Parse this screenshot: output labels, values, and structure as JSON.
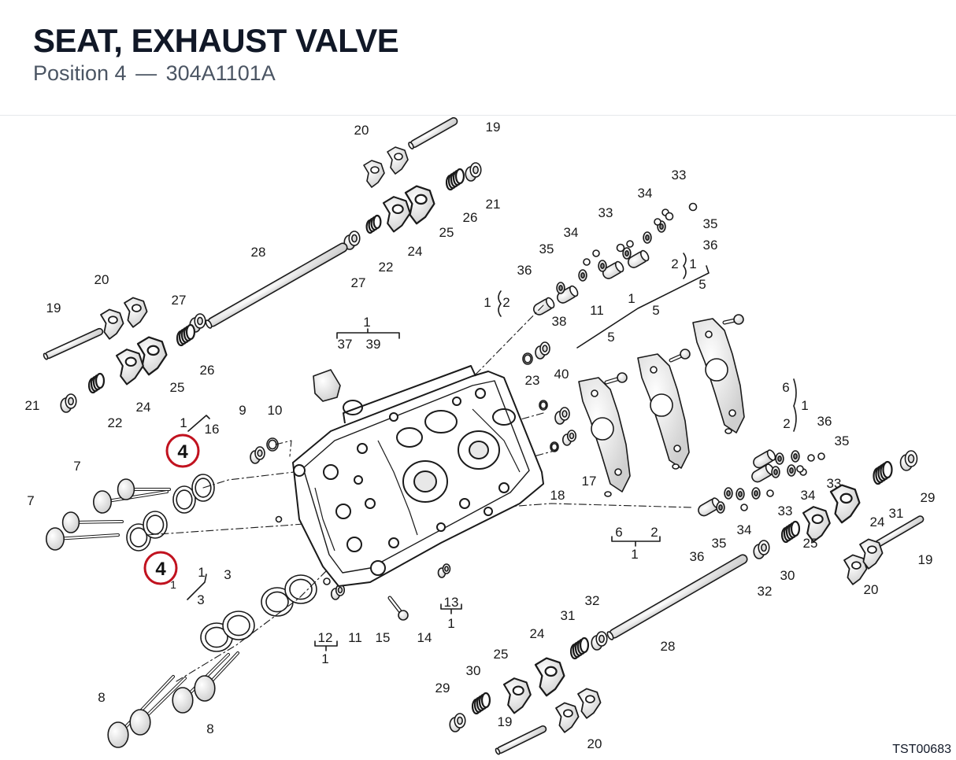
{
  "header": {
    "title": "SEAT, EXHAUST VALVE",
    "position_label": "Position 4",
    "separator": "—",
    "part_number": "304A1101A"
  },
  "drawing_code": "TST00683",
  "colors": {
    "highlight": "#c1121f",
    "ink": "#1a1a1a",
    "title": "#111827",
    "subtitle": "#4b5563"
  },
  "highlighted_position": "4",
  "highlight_qty": "1",
  "callouts": [
    {
      "id": "c19a",
      "t": "19"
    },
    {
      "id": "c20a",
      "t": "20"
    },
    {
      "id": "c21a",
      "t": "21"
    },
    {
      "id": "c26a",
      "t": "26"
    },
    {
      "id": "c25a",
      "t": "25"
    },
    {
      "id": "c24a",
      "t": "24"
    },
    {
      "id": "c22a",
      "t": "22"
    },
    {
      "id": "c27a",
      "t": "27"
    },
    {
      "id": "c28a",
      "t": "28"
    },
    {
      "id": "c20b",
      "t": "20"
    },
    {
      "id": "c19b",
      "t": "19"
    },
    {
      "id": "c27b",
      "t": "27"
    },
    {
      "id": "c26b",
      "t": "26"
    },
    {
      "id": "c25b",
      "t": "25"
    },
    {
      "id": "c24b",
      "t": "24"
    },
    {
      "id": "c21b",
      "t": "21"
    },
    {
      "id": "c22b",
      "t": "22"
    },
    {
      "id": "c33a",
      "t": "33"
    },
    {
      "id": "c34a",
      "t": "34"
    },
    {
      "id": "c33b",
      "t": "33"
    },
    {
      "id": "c35a",
      "t": "35"
    },
    {
      "id": "c36a",
      "t": "36"
    },
    {
      "id": "c2a",
      "t": "2"
    },
    {
      "id": "c1a",
      "t": "1"
    },
    {
      "id": "c34b",
      "t": "34"
    },
    {
      "id": "c35b",
      "t": "35"
    },
    {
      "id": "c36b",
      "t": "36"
    },
    {
      "id": "c1b",
      "t": "1"
    },
    {
      "id": "c2b",
      "t": "2"
    },
    {
      "id": "c38",
      "t": "38"
    },
    {
      "id": "c11a",
      "t": "11"
    },
    {
      "id": "c1c",
      "t": "1"
    },
    {
      "id": "c5a",
      "t": "5"
    },
    {
      "id": "c5b",
      "t": "5"
    },
    {
      "id": "c5c",
      "t": "5"
    },
    {
      "id": "c1d",
      "t": "1"
    },
    {
      "id": "c37",
      "t": "37"
    },
    {
      "id": "c39",
      "t": "39"
    },
    {
      "id": "c23",
      "t": "23"
    },
    {
      "id": "c40",
      "t": "40"
    },
    {
      "id": "c6a",
      "t": "6"
    },
    {
      "id": "c1e",
      "t": "1"
    },
    {
      "id": "c2c",
      "t": "2"
    },
    {
      "id": "c36c",
      "t": "36"
    },
    {
      "id": "c35c",
      "t": "35"
    },
    {
      "id": "c33c",
      "t": "33"
    },
    {
      "id": "c34c",
      "t": "34"
    },
    {
      "id": "c18",
      "t": "18"
    },
    {
      "id": "c17",
      "t": "17"
    },
    {
      "id": "c9",
      "t": "9"
    },
    {
      "id": "c10",
      "t": "10"
    },
    {
      "id": "c16",
      "t": "16"
    },
    {
      "id": "c1f",
      "t": "1"
    },
    {
      "id": "c7a",
      "t": "7"
    },
    {
      "id": "c7b",
      "t": "7"
    },
    {
      "id": "c29a",
      "t": "29"
    },
    {
      "id": "c31a",
      "t": "31"
    },
    {
      "id": "c24c",
      "t": "24"
    },
    {
      "id": "c33d",
      "t": "33"
    },
    {
      "id": "c34d",
      "t": "34"
    },
    {
      "id": "c35d",
      "t": "35"
    },
    {
      "id": "c36d",
      "t": "36"
    },
    {
      "id": "c6b",
      "t": "6"
    },
    {
      "id": "c2d",
      "t": "2"
    },
    {
      "id": "c1g",
      "t": "1"
    },
    {
      "id": "c25c",
      "t": "25"
    },
    {
      "id": "c30a",
      "t": "30"
    },
    {
      "id": "c32a",
      "t": "32"
    },
    {
      "id": "c19c",
      "t": "19"
    },
    {
      "id": "c20c",
      "t": "20"
    },
    {
      "id": "c1h",
      "t": "1"
    },
    {
      "id": "c3a",
      "t": "3"
    },
    {
      "id": "c3b",
      "t": "3"
    },
    {
      "id": "c13",
      "t": "13"
    },
    {
      "id": "c1i",
      "t": "1"
    },
    {
      "id": "c12",
      "t": "12"
    },
    {
      "id": "c1j",
      "t": "1"
    },
    {
      "id": "c11b",
      "t": "11"
    },
    {
      "id": "c15",
      "t": "15"
    },
    {
      "id": "c14",
      "t": "14"
    },
    {
      "id": "c32b",
      "t": "32"
    },
    {
      "id": "c28b",
      "t": "28"
    },
    {
      "id": "c31b",
      "t": "31"
    },
    {
      "id": "c24d",
      "t": "24"
    },
    {
      "id": "c25d",
      "t": "25"
    },
    {
      "id": "c30b",
      "t": "30"
    },
    {
      "id": "c29b",
      "t": "29"
    },
    {
      "id": "c19d",
      "t": "19"
    },
    {
      "id": "c20d",
      "t": "20"
    },
    {
      "id": "c8a",
      "t": "8"
    },
    {
      "id": "c8b",
      "t": "8"
    }
  ]
}
